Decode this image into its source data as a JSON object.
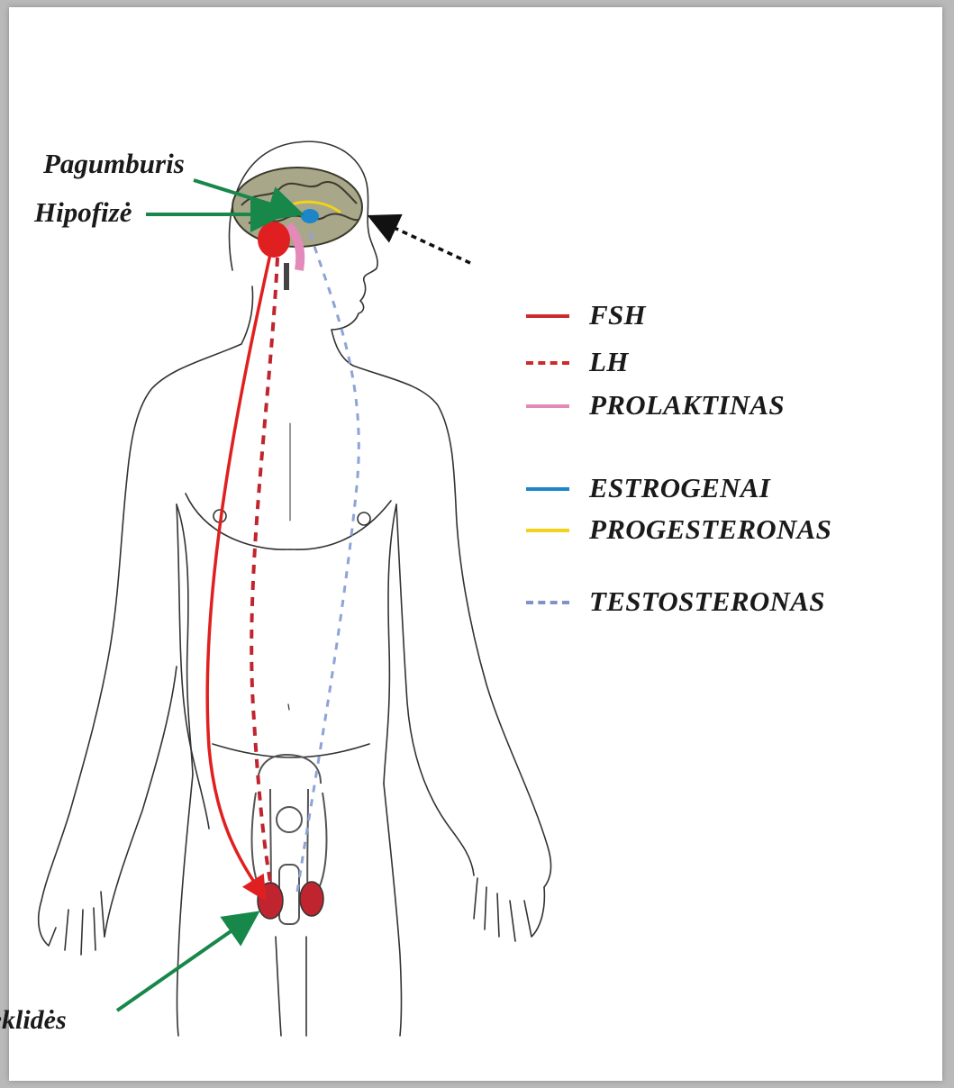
{
  "labels": {
    "hypothalamus": "Pagumburis",
    "pituitary": "Hipofizė",
    "testes": "Sėklidės"
  },
  "legend": [
    {
      "label": "FSH",
      "color": "#cf2a2a",
      "style": "solid"
    },
    {
      "label": "LH",
      "color": "#cf2a2a",
      "style": "dashed"
    },
    {
      "label": "PROLAKTINAS",
      "color": "#e48ab8",
      "style": "solid"
    },
    {
      "label": "ESTROGENAI",
      "color": "#1c86c9",
      "style": "solid"
    },
    {
      "label": "PROGESTERONAS",
      "color": "#f2d21a",
      "style": "solid"
    },
    {
      "label": "TESTOSTERONAS",
      "color": "#7f92c9",
      "style": "dashed"
    }
  ],
  "colors": {
    "arrow_green": "#17874a",
    "fsh_red": "#cf2a2a",
    "testosterone_blue": "#8ea3d6",
    "outline": "#333333"
  }
}
